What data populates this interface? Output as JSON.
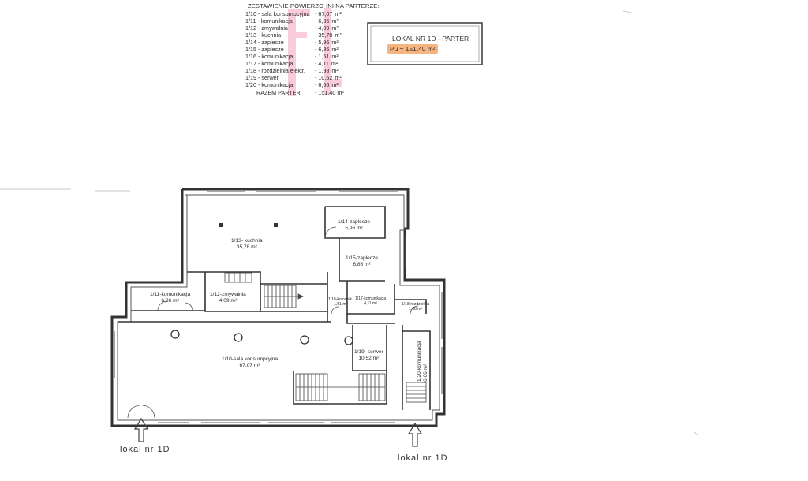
{
  "summary": {
    "heading": "ZESTAWIENIE POWIERZCHNI NA PARTERZE:",
    "rows": [
      {
        "label": "1/10 - sala konsumpcyjna",
        "value": "- 67,07",
        "unit": "m²"
      },
      {
        "label": "1/11 - komunikacja",
        "value": "- 6,86",
        "unit": "m²"
      },
      {
        "label": "1/12 - zmywalnia",
        "value": "- 4,09",
        "unit": "m²"
      },
      {
        "label": "1/13 - kuchnia",
        "value": "- 35,78",
        "unit": "m²"
      },
      {
        "label": "1/14 - zaplecze",
        "value": "- 5,96",
        "unit": "m²"
      },
      {
        "label": "1/15 - zaplecze",
        "value": "- 6,86",
        "unit": "m²"
      },
      {
        "label": "1/16 - komunikacja",
        "value": "- 1,51",
        "unit": "m²"
      },
      {
        "label": "1/17 - komunikacja",
        "value": "- 4,11",
        "unit": "m²"
      },
      {
        "label": "1/18 - rozdzielnia elektr.",
        "value": "- 1,98",
        "unit": "m²"
      },
      {
        "label": "1/19 - serwer",
        "value": "- 10,52",
        "unit": "m²"
      },
      {
        "label": "1/20 - komunikacja",
        "value": "- 6,66",
        "unit": "m²"
      }
    ],
    "total": {
      "label": "RAZEM PARTER",
      "value": "- 151,40",
      "unit": "m²"
    }
  },
  "lokal_box": {
    "title": "LOKAL NR 1D - PARTER",
    "pu": "Pu = 151,40 m²"
  },
  "rooms": {
    "r10": {
      "name": "1/10-sala konsumpcyjna",
      "area": "67,07 m²"
    },
    "r11": {
      "name": "1/11-komunikacja",
      "area": "6,86 m²"
    },
    "r12": {
      "name": "1/12-zmywalnia",
      "area": "4,09 m²"
    },
    "r13": {
      "name": "1/13- kuchnia",
      "area": "35,78 m²"
    },
    "r14": {
      "name": "1/14-zaplecze",
      "area": "5,96 m²"
    },
    "r15": {
      "name": "1/15-zaplecze",
      "area": "6,86 m²"
    },
    "r16": {
      "name": "1/16-komunik.",
      "area": "1,51 m²"
    },
    "r17": {
      "name": "1/17-komunikacja",
      "area": "4,11 m²"
    },
    "r18": {
      "name": "1/18-rozdzielnia",
      "area": "1,98 m²"
    },
    "r19": {
      "name": "1/19- serwer",
      "area": "10,52 m²"
    },
    "r20": {
      "name": "1/20-komunikacja",
      "area": "6,66 m²"
    }
  },
  "entrances": {
    "left": "lokal nr 1D",
    "right": "lokal nr 1D"
  },
  "colors": {
    "wall": "#3a3a3a",
    "highlight_pink": "#f078a0",
    "highlight_orange": "#f6b47e"
  }
}
